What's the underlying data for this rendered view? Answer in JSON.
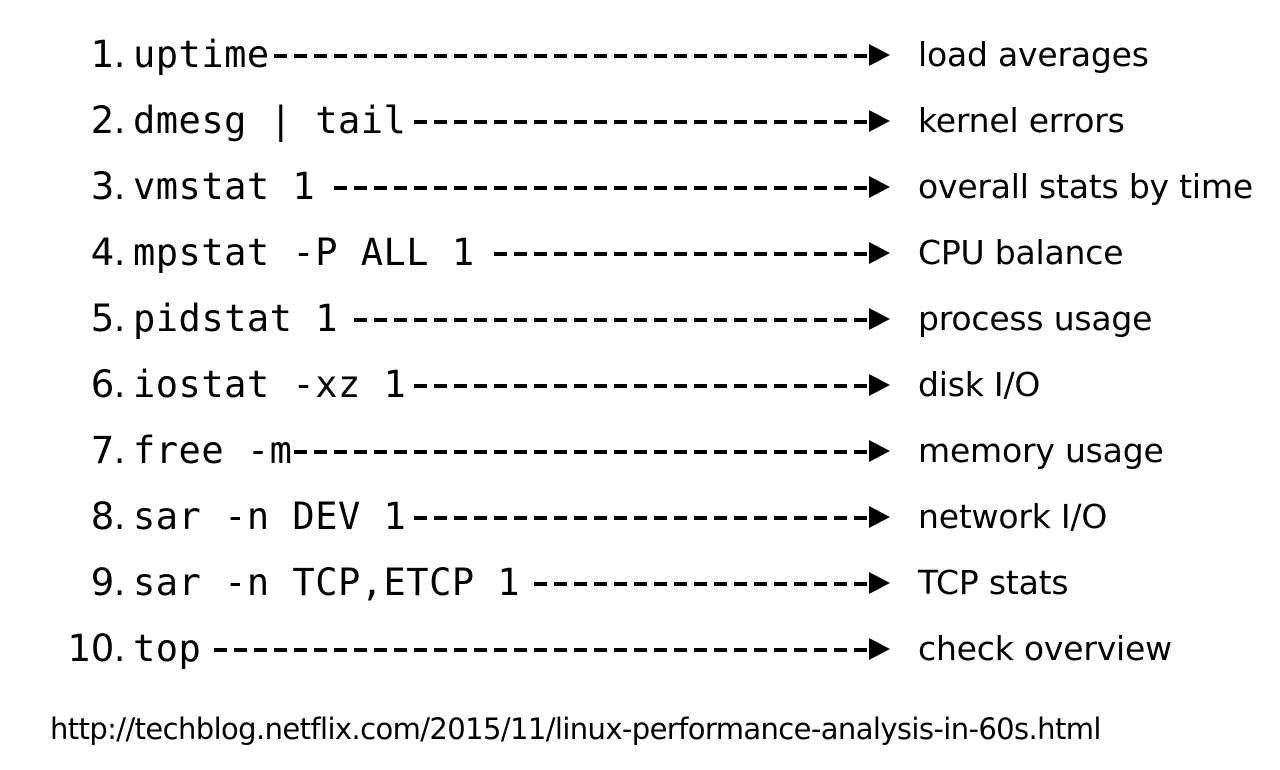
{
  "slide": {
    "background_color": "#ffffff",
    "text_color": "#000000",
    "rows": [
      {
        "number": "1.",
        "command": "uptime",
        "label": "load averages"
      },
      {
        "number": "2.",
        "command": "dmesg | tail",
        "label": "kernel errors"
      },
      {
        "number": "3.",
        "command": "vmstat 1",
        "label": "overall stats by time"
      },
      {
        "number": "4.",
        "command": "mpstat -P ALL 1",
        "label": "CPU balance"
      },
      {
        "number": "5.",
        "command": "pidstat 1",
        "label": "process usage"
      },
      {
        "number": "6.",
        "command": "iostat -xz 1",
        "label": "disk I/O"
      },
      {
        "number": "7.",
        "command": "free -m",
        "label": "memory usage"
      },
      {
        "number": "8.",
        "command": "sar -n DEV 1",
        "label": "network I/O"
      },
      {
        "number": "9.",
        "command": "sar -n TCP,ETCP 1",
        "label": "TCP stats"
      },
      {
        "number": "10.",
        "command": "top",
        "label": "check overview"
      }
    ],
    "footer": {
      "url": "http://techblog.netflix.com/2015/11/linux-performance-analysis-in-60s.html"
    }
  }
}
